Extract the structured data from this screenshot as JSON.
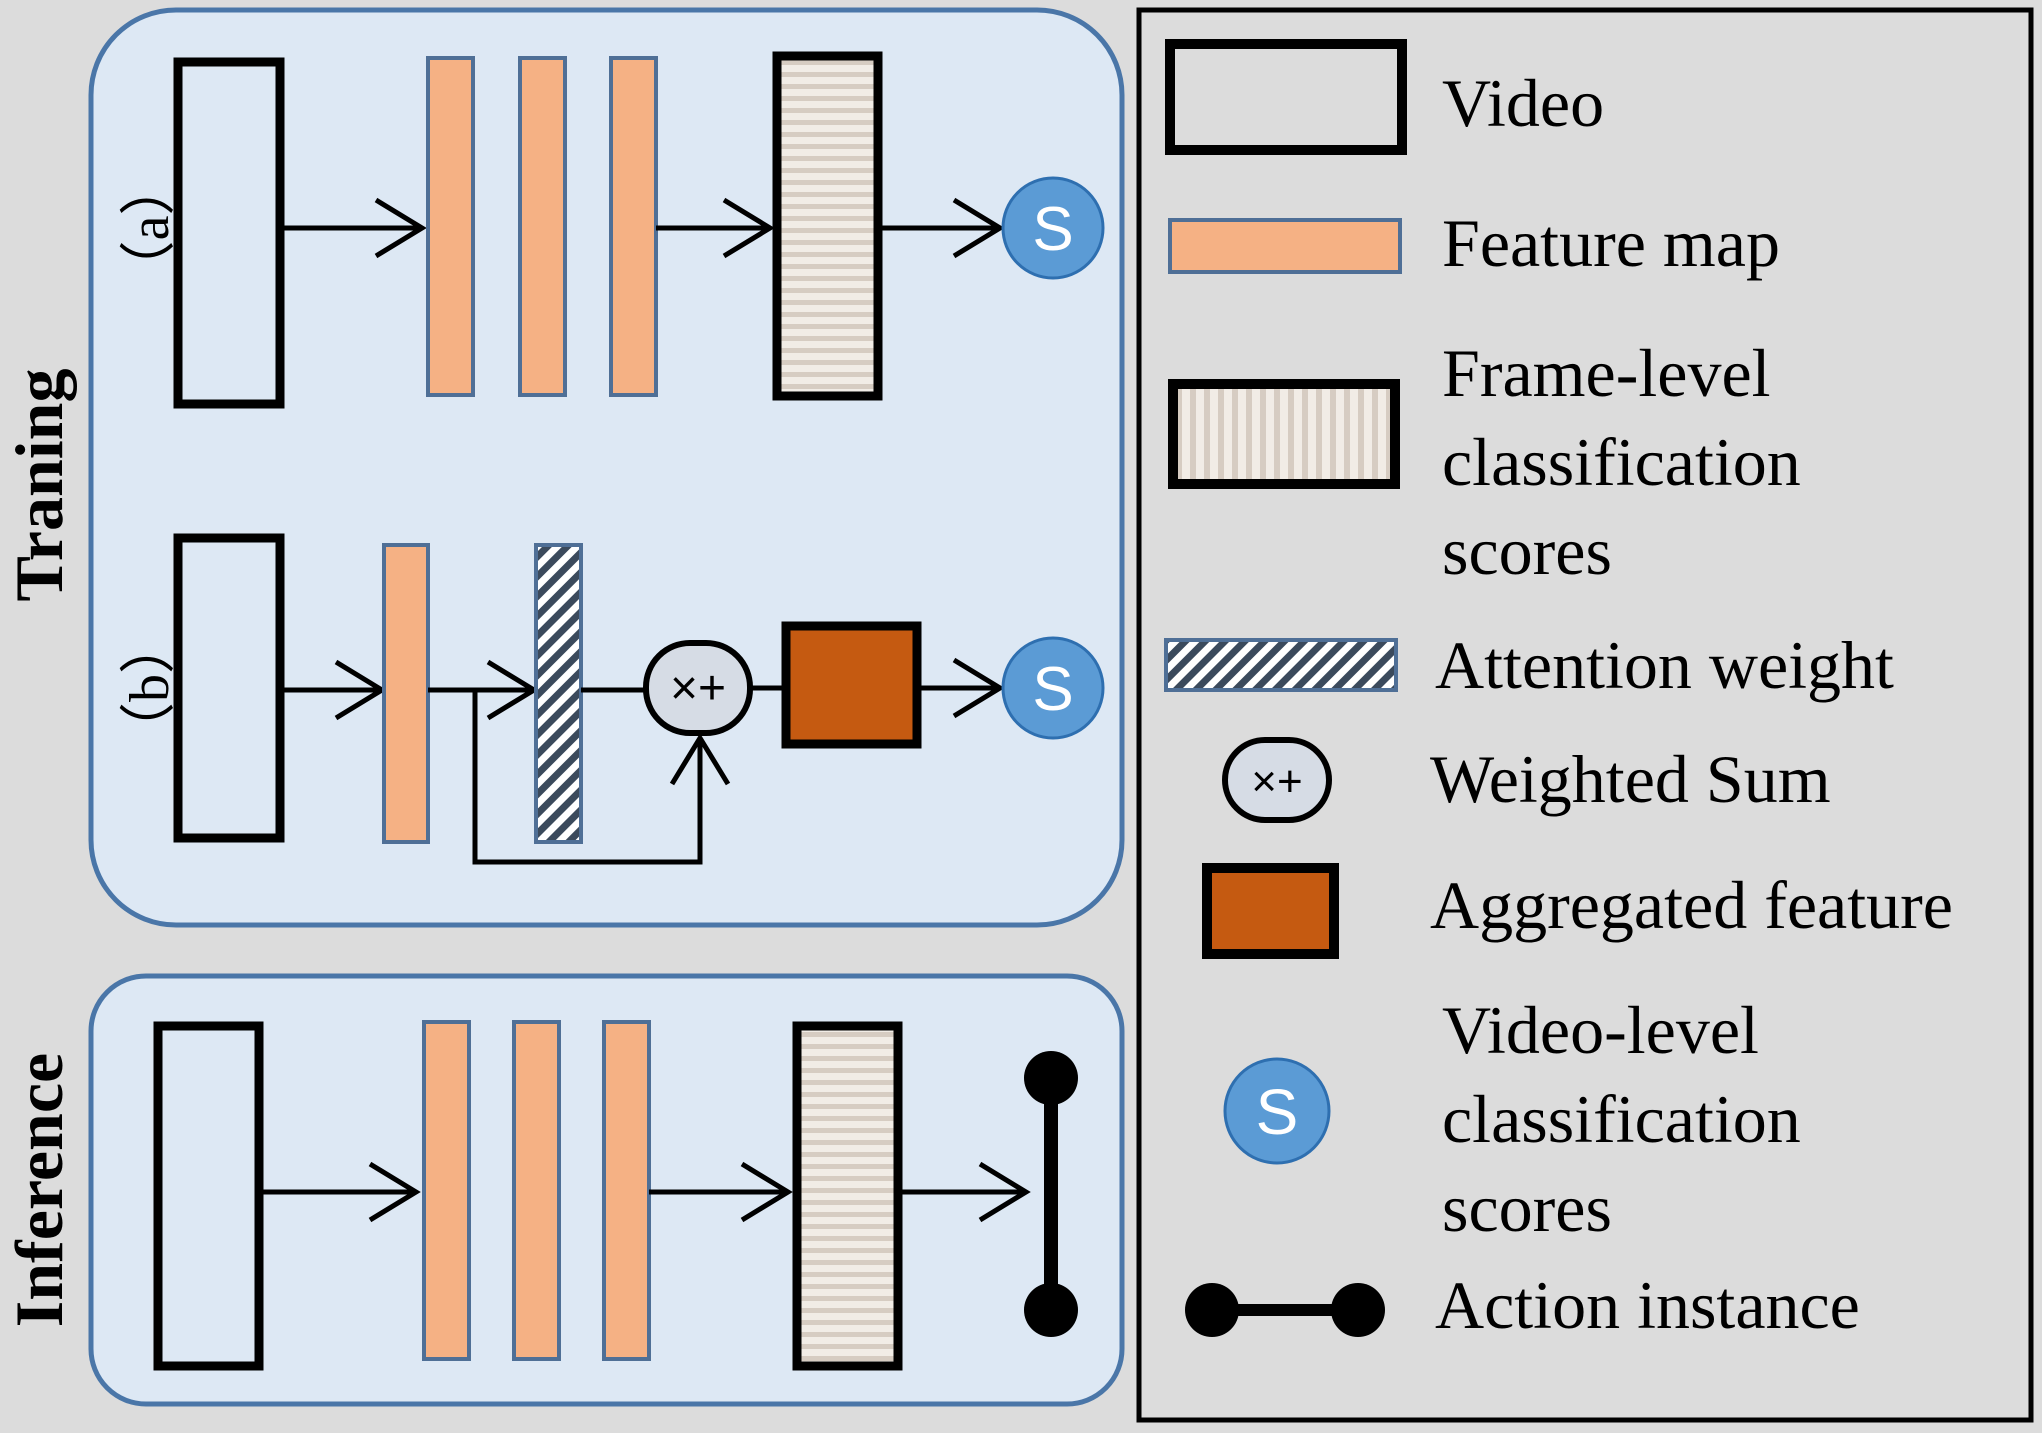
{
  "training_label": "Traning",
  "inference_label": "Inference",
  "panel_a_label": "（a）",
  "panel_b_label": "（b）",
  "score_symbol": "S",
  "weighted_sum_symbol": "×+",
  "colors": {
    "background": "#dcdcdc",
    "panel_fill": "#dde8f4",
    "panel_border": "#4a76a8",
    "feature_map": "#f5b184",
    "feature_map_border": "#4f6f96",
    "aggregated_feature": "#c55a11",
    "score_circle": "#5b9bd5",
    "weighted_sum_fill": "#d6dce5"
  },
  "legend": {
    "video": "Video",
    "feature_map": "Feature map",
    "frame_scores": [
      "Frame-level",
      "classification",
      "scores"
    ],
    "attention_weight": "Attention weight",
    "weighted_sum": "Weighted Sum",
    "aggregated_feature": "Aggregated feature",
    "video_scores": [
      "Video-level",
      "classification",
      "scores"
    ],
    "action_instance": "Action instance"
  }
}
